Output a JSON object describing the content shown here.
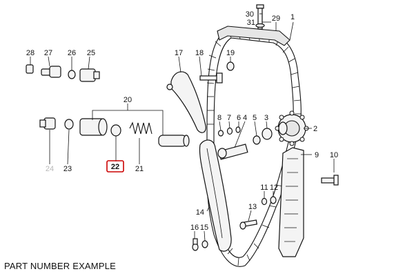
{
  "caption": "PART NUMBER EXAMPLE",
  "highlight_color": "#cc0000",
  "callouts": {
    "p1": "1",
    "p2": "2",
    "p3": "3",
    "p4": "4",
    "p5": "5",
    "p6": "6",
    "p7": "7",
    "p8": "8",
    "p9": "9",
    "p10": "10",
    "p11": "11",
    "p12": "12",
    "p13": "13",
    "p14": "14",
    "p15": "15",
    "p16": "16",
    "p17": "17",
    "p18": "18",
    "p19": "19",
    "p20": "20",
    "p21": "21",
    "p22": "22",
    "p23": "23",
    "p24": "24",
    "p25": "25",
    "p26": "26",
    "p27": "27",
    "p28": "28",
    "p29": "29",
    "p30": "30",
    "p31": "31"
  }
}
